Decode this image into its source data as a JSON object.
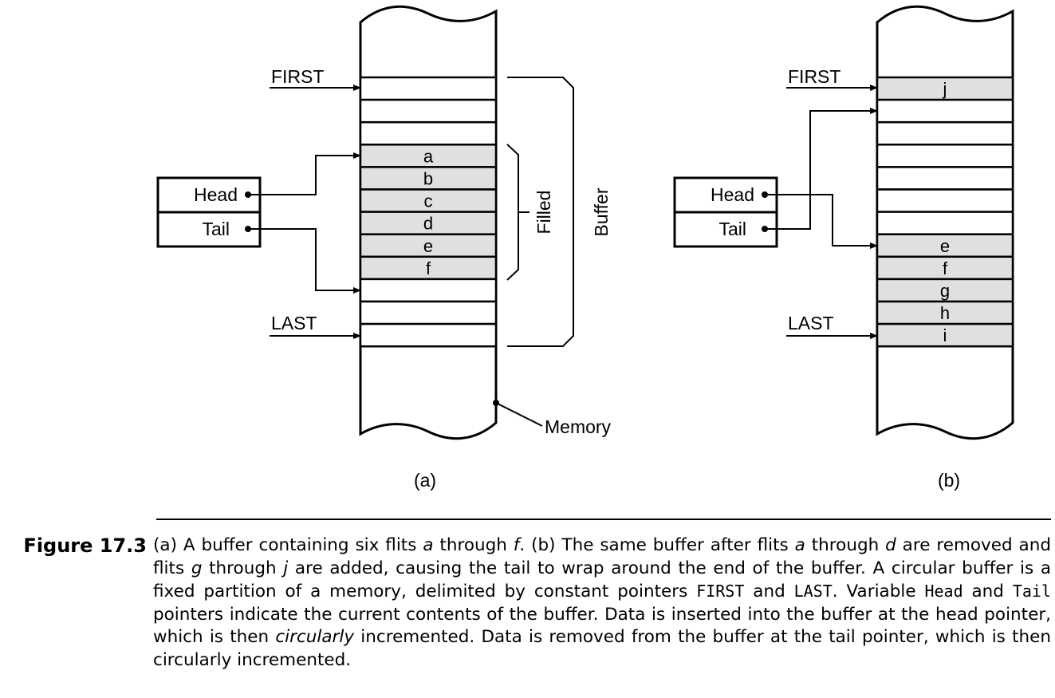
{
  "panel_a": {
    "first_label": "FIRST",
    "last_label": "LAST",
    "head_label": "Head",
    "tail_label": "Tail",
    "cells": [
      "",
      "",
      "",
      "a",
      "b",
      "c",
      "d",
      "e",
      "f",
      "",
      "",
      ""
    ],
    "filled_label": "Filled",
    "buffer_label": "Buffer",
    "memory_label": "Memory",
    "sub_caption": "(a)"
  },
  "panel_b": {
    "first_label": "FIRST",
    "last_label": "LAST",
    "head_label": "Head",
    "tail_label": "Tail",
    "cells": [
      "j",
      "",
      "",
      "",
      "",
      "",
      "",
      "e",
      "f",
      "g",
      "h",
      "i"
    ],
    "sub_caption": "(b)"
  },
  "caption": {
    "label": "Figure 17.3",
    "t01": "(a) A buffer containing six flits ",
    "t02": "a",
    "t03": " through ",
    "t04": "f",
    "t05": ". (b) The same buffer after flits ",
    "t06": "a",
    "t07": " through ",
    "t08": "d",
    "t09": " are removed and flits ",
    "t10": "g",
    "t11": " through ",
    "t12": "j",
    "t13": " are added, causing the tail to wrap around the end of the buffer. A circular buffer is a fixed partition of a memory, delimited by constant pointers ",
    "t14": "FIRST",
    "t15": " and ",
    "t16": "LAST",
    "t17": ". Variable ",
    "t18": "Head",
    "t19": " and ",
    "t20": "Tail",
    "t21": " pointers indicate the current contents of the buffer. Data is inserted into the buffer at the head pointer, which is then ",
    "t22": "circularly",
    "t23": " incremented. Data is removed from the buffer at the tail pointer, which is then circularly incremented."
  },
  "colors": {
    "filled_cell": "#e0e0e0",
    "empty_cell": "#ffffff",
    "line": "#000000"
  }
}
